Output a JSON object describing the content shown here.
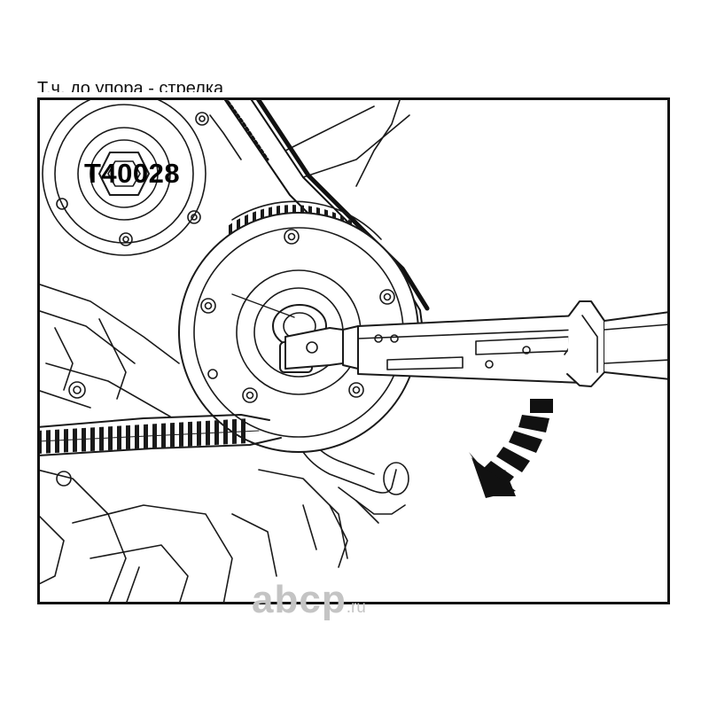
{
  "header_caption": "Т.ч. до упора - стрелка",
  "part_label": "T40028",
  "watermark": {
    "brand": "abcp",
    "tld": ".ru"
  },
  "icons": {
    "arrow": "rotation-arrow-icon",
    "brand": "abcp-logo"
  },
  "colors": {
    "ink": "#111111",
    "background": "#ffffff",
    "watermark": "#c4c4c4"
  }
}
